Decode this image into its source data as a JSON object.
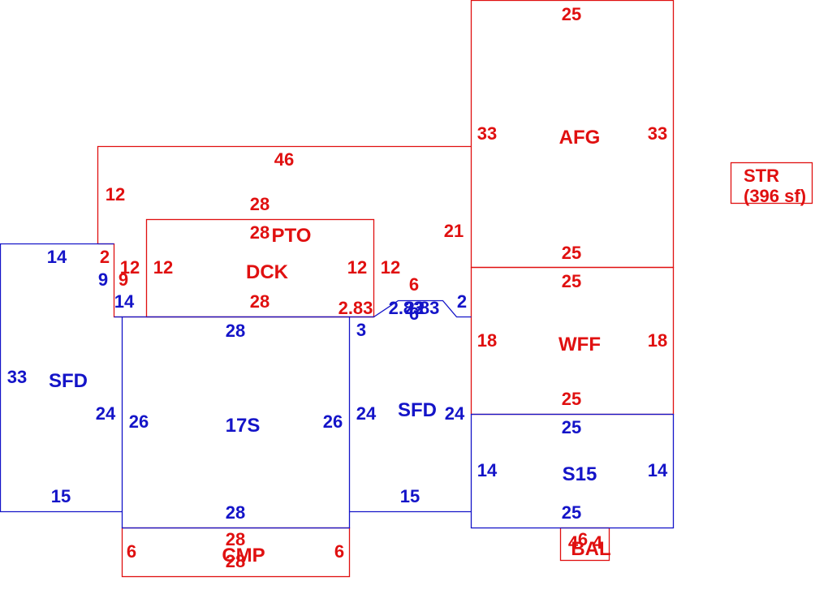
{
  "colors": {
    "red": "#e01010",
    "blue": "#1414c8",
    "background": "#ffffff"
  },
  "areas": {
    "sfd_left": {
      "label": "SFD",
      "top": "14",
      "left": "33",
      "right": "24",
      "bottom": "15",
      "step_a": "9",
      "step_b": "14"
    },
    "dck": {
      "label": "DCK",
      "top": "28",
      "bottom": "28",
      "left": "12",
      "right": "12"
    },
    "pto": {
      "label": "PTO",
      "top": "46",
      "left": "12",
      "right": "21",
      "step_top": "2",
      "step_left_a": "12",
      "step_left_b": "9",
      "inner_top": "28",
      "inner_right": "12",
      "small_top": "6",
      "diag": "2.83"
    },
    "story17": {
      "label": "17S",
      "top": "28",
      "bottom": "28",
      "left": "26",
      "right": "26"
    },
    "sfd_mid": {
      "label": "SFD",
      "left": "24",
      "right": "24",
      "bottom": "15",
      "step": "3",
      "top_a": "2.83",
      "top_b": "2",
      "top_c": "6",
      "top_d": "2",
      "top_e": "2.83"
    },
    "afg": {
      "label": "AFG",
      "top": "25",
      "bottom": "25",
      "left": "33",
      "right": "33"
    },
    "wff": {
      "label": "WFF",
      "top": "25",
      "bottom": "25",
      "left": "18",
      "right": "18"
    },
    "s15": {
      "label": "S15",
      "top": "25",
      "bottom": "25",
      "left": "14",
      "right": "14"
    },
    "cmp": {
      "label": "CMP",
      "top": "28",
      "bottom": "28",
      "left": "6",
      "right": "6"
    },
    "bal": {
      "label": "BAL",
      "top": "4",
      "left": "6",
      "bottom": "4"
    },
    "str": {
      "label": "STR",
      "area": "(396 sf)"
    }
  }
}
